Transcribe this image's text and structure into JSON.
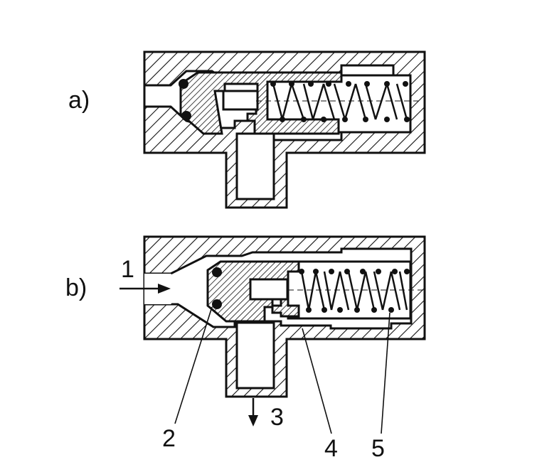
{
  "figure": {
    "views": [
      {
        "id": "a",
        "label": "a)"
      },
      {
        "id": "b",
        "label": "b)"
      }
    ],
    "callouts": [
      "1",
      "2",
      "3",
      "4",
      "5"
    ]
  },
  "colors": {
    "ink": "#111111",
    "paper": "#ffffff"
  }
}
